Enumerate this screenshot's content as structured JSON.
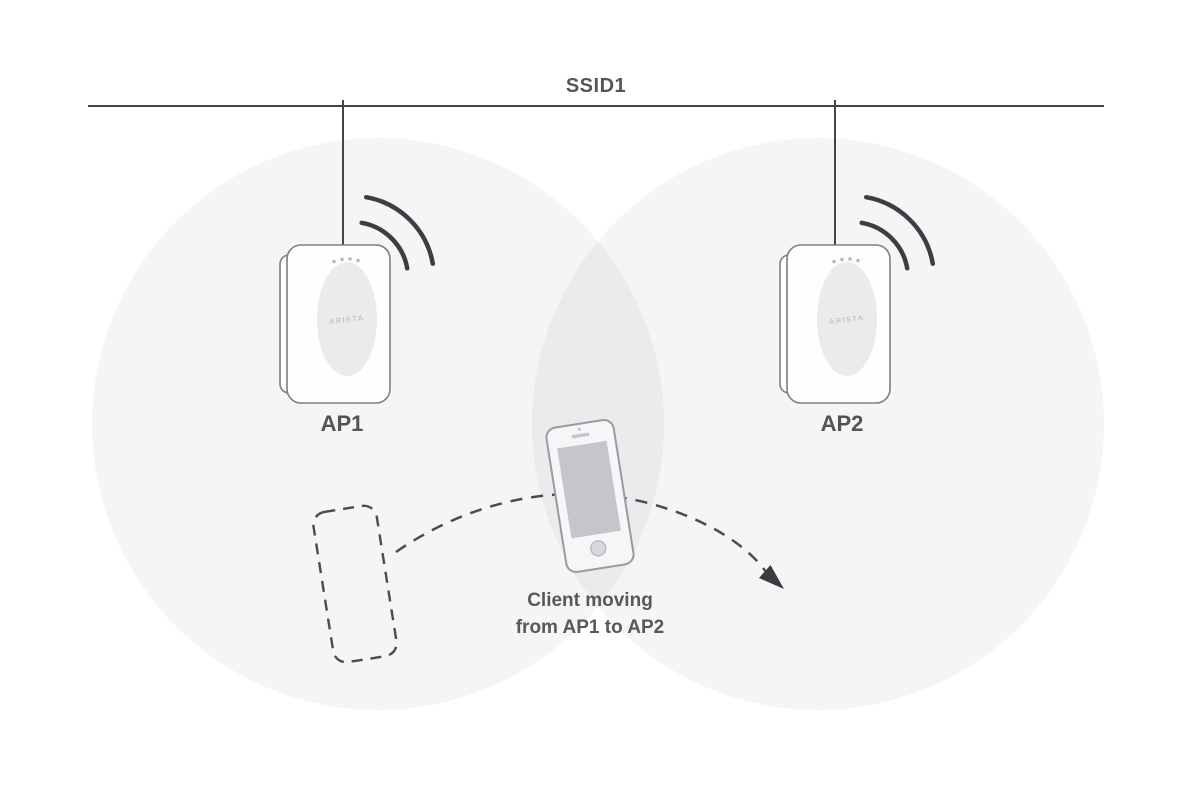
{
  "network": {
    "ssid_label": "SSID1"
  },
  "access_points": {
    "ap1": {
      "label": "AP1",
      "brand": "ARISTA"
    },
    "ap2": {
      "label": "AP2",
      "brand": "ARISTA"
    }
  },
  "client": {
    "caption_line1": "Client moving",
    "caption_line2": "from AP1 to AP2"
  },
  "icons": {
    "ap1_signal": "wifi-signal-icon",
    "ap2_signal": "wifi-signal-icon",
    "client_device": "smartphone-icon",
    "previous_position": "dashed-phone-outline-icon",
    "movement_arrow": "dashed-curved-arrow-icon"
  },
  "colors": {
    "background": "#ffffff",
    "coverage_circle": "#f2f2f3",
    "coverage_overlap": "#e7e7e9",
    "line": "#44454c",
    "label_text": "#55565a",
    "ap_body": "#fdfdfe",
    "ap_oval": "#ebebee",
    "phone_screen": "#c5c5ca",
    "arrow": "#3a3b43"
  }
}
